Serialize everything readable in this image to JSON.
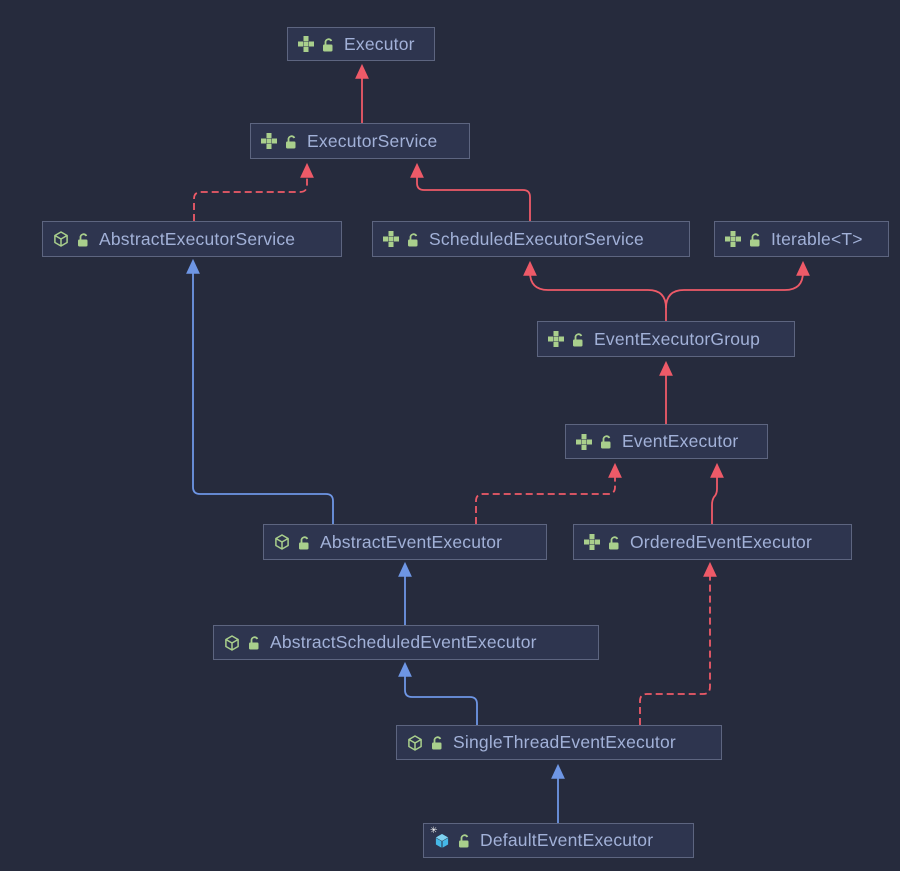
{
  "diagram": {
    "type": "uml-class-diagram",
    "nodes": [
      {
        "id": "executor",
        "label": "Executor",
        "kind": "interface",
        "visibility": "public"
      },
      {
        "id": "executor-service",
        "label": "ExecutorService",
        "kind": "interface",
        "visibility": "public"
      },
      {
        "id": "abstract-executor-service",
        "label": "AbstractExecutorService",
        "kind": "abstract-class",
        "visibility": "public"
      },
      {
        "id": "scheduled-executor-service",
        "label": "ScheduledExecutorService",
        "kind": "interface",
        "visibility": "public"
      },
      {
        "id": "iterable",
        "label": "Iterable<T>",
        "kind": "interface",
        "visibility": "public"
      },
      {
        "id": "event-executor-group",
        "label": "EventExecutorGroup",
        "kind": "interface",
        "visibility": "public"
      },
      {
        "id": "event-executor",
        "label": "EventExecutor",
        "kind": "interface",
        "visibility": "public"
      },
      {
        "id": "abstract-event-executor",
        "label": "AbstractEventExecutor",
        "kind": "abstract-class",
        "visibility": "public"
      },
      {
        "id": "ordered-event-executor",
        "label": "OrderedEventExecutor",
        "kind": "interface",
        "visibility": "public"
      },
      {
        "id": "abstract-scheduled-event-executor",
        "label": "AbstractScheduledEventExecutor",
        "kind": "abstract-class",
        "visibility": "public"
      },
      {
        "id": "single-thread-event-executor",
        "label": "SingleThreadEventExecutor",
        "kind": "abstract-class",
        "visibility": "public"
      },
      {
        "id": "default-event-executor",
        "label": "DefaultEventExecutor",
        "kind": "final-class",
        "visibility": "public"
      }
    ],
    "edges": [
      {
        "from": "ExecutorService",
        "to": "Executor",
        "relation": "extends",
        "line": "solid",
        "color": "red"
      },
      {
        "from": "AbstractExecutorService",
        "to": "ExecutorService",
        "relation": "implements",
        "line": "dashed",
        "color": "red"
      },
      {
        "from": "ScheduledExecutorService",
        "to": "ExecutorService",
        "relation": "extends",
        "line": "solid",
        "color": "red"
      },
      {
        "from": "EventExecutorGroup",
        "to": "ScheduledExecutorService",
        "relation": "extends",
        "line": "solid",
        "color": "red"
      },
      {
        "from": "EventExecutorGroup",
        "to": "Iterable<T>",
        "relation": "extends",
        "line": "solid",
        "color": "red"
      },
      {
        "from": "EventExecutor",
        "to": "EventExecutorGroup",
        "relation": "extends",
        "line": "solid",
        "color": "red"
      },
      {
        "from": "AbstractEventExecutor",
        "to": "AbstractExecutorService",
        "relation": "extends",
        "line": "solid",
        "color": "blue"
      },
      {
        "from": "AbstractEventExecutor",
        "to": "EventExecutor",
        "relation": "implements",
        "line": "dashed",
        "color": "red"
      },
      {
        "from": "OrderedEventExecutor",
        "to": "EventExecutor",
        "relation": "extends",
        "line": "solid",
        "color": "red"
      },
      {
        "from": "AbstractScheduledEventExecutor",
        "to": "AbstractEventExecutor",
        "relation": "extends",
        "line": "solid",
        "color": "blue"
      },
      {
        "from": "SingleThreadEventExecutor",
        "to": "AbstractScheduledEventExecutor",
        "relation": "extends",
        "line": "solid",
        "color": "blue"
      },
      {
        "from": "SingleThreadEventExecutor",
        "to": "OrderedEventExecutor",
        "relation": "implements",
        "line": "dashed",
        "color": "red"
      },
      {
        "from": "DefaultEventExecutor",
        "to": "SingleThreadEventExecutor",
        "relation": "extends",
        "line": "solid",
        "color": "blue"
      }
    ],
    "colors": {
      "background": "#262b3d",
      "node_fill": "#2e354f",
      "node_border": "#5d6580",
      "label_text": "#a2b1d8",
      "red_edge": "#ee5a68",
      "blue_edge": "#6e96e5",
      "icon_green": "#a9cf8c",
      "icon_cyan": "#45b8e8",
      "final_star": "#ffffff"
    }
  }
}
